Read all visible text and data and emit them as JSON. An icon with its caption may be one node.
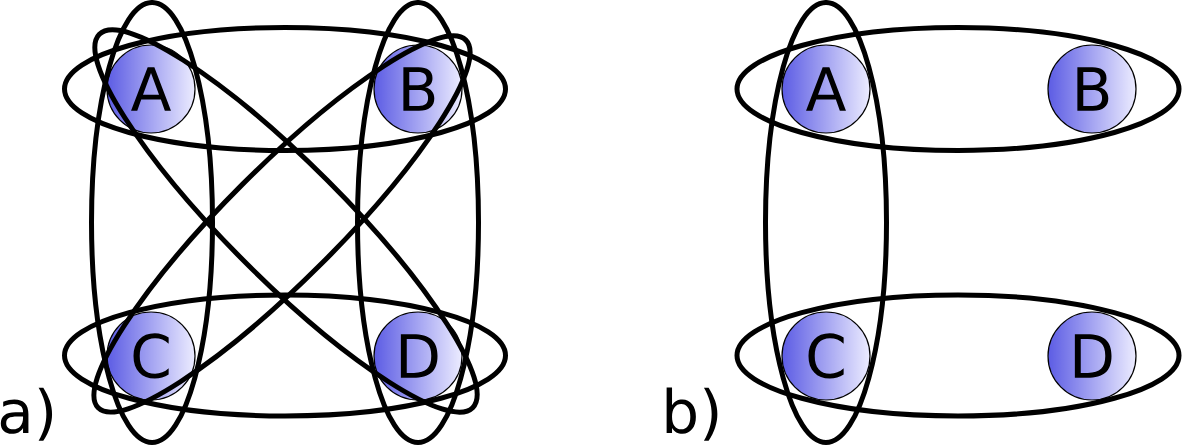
{
  "diagram": {
    "nodes": [
      {
        "text": [],
        "shape": "ellipse"
      },
      {
        "text": [],
        "shape": "ellipse"
      },
      {
        "text": [],
        "shape": "ellipse"
      },
      {
        "text": [],
        "shape": "ellipse"
      },
      {
        "text": [],
        "shape": "ellipse"
      },
      {
        "text": [],
        "shape": "ellipse"
      },
      {
        "text": [
          "A"
        ]
      },
      {
        "text": [
          "B"
        ]
      },
      {
        "text": [
          "C"
        ]
      },
      {
        "text": [
          "D"
        ]
      },
      {
        "text": [],
        "shape": "ellipse"
      },
      {
        "text": [],
        "shape": "ellipse"
      },
      {
        "text": [],
        "shape": "ellipse"
      },
      {
        "text": [
          "A"
        ]
      },
      {
        "text": [
          "B"
        ],
        "in": 10
      },
      {
        "text": [
          "C"
        ]
      },
      {
        "text": [
          "D"
        ],
        "in": 11
      }
    ],
    "labels": [
      "a)",
      "b)"
    ]
  }
}
